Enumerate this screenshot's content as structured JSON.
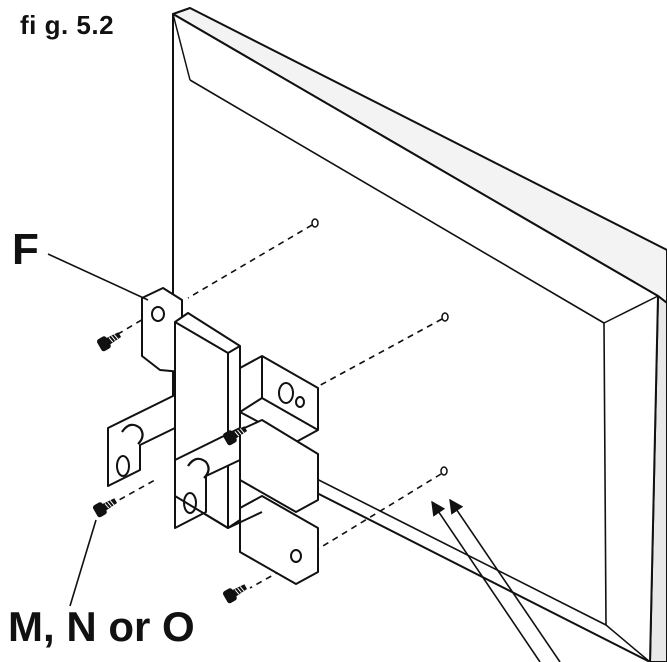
{
  "figure": {
    "number_label": "fi g. 5.2"
  },
  "callouts": {
    "bracket": "F",
    "screws": "M, N or O"
  },
  "colors": {
    "line": "#111111",
    "background": "#ffffff"
  }
}
